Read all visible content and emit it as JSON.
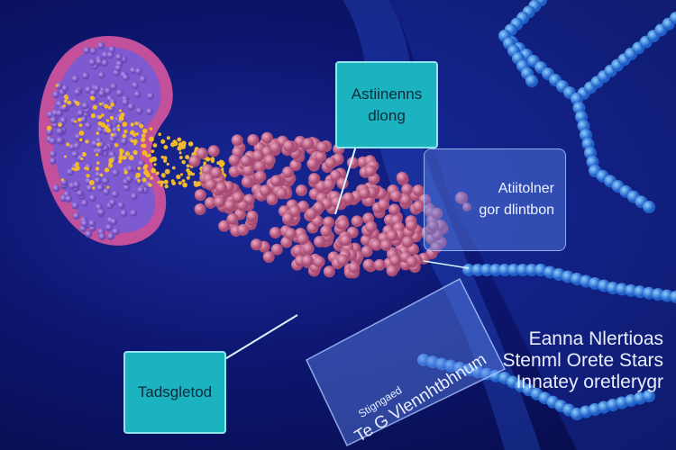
{
  "labels": {
    "top_callout": [
      "Astiinenns",
      "dlong"
    ],
    "right_callout": [
      "Atiitolner",
      "gor dlintbon"
    ],
    "bottom_left_callout": "Tadsgletod",
    "right_text": [
      "Eanna Nlertioas",
      "Stenml Orete Stars",
      "Innatey oretlerygr"
    ],
    "tilted_panel": [
      "Stigngaed",
      "Te G Vlennhtbhnum"
    ]
  },
  "colors": {
    "background": "#0d1670",
    "teal": "#1bb3c0",
    "pink": "#c96b8f",
    "yellow": "#f2b92a",
    "purple": "#8a63d8",
    "chain_blue": "#3f8fe8"
  }
}
